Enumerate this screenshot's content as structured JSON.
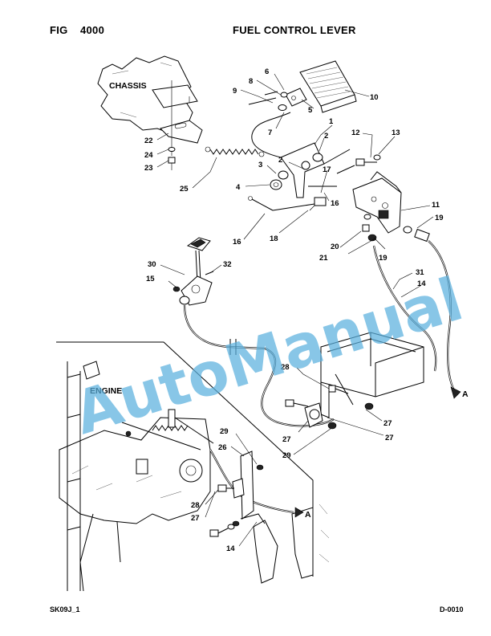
{
  "header": {
    "fig_label": "FIG",
    "fig_number": "4000",
    "title": "FUEL CONTROL LEVER"
  },
  "footer": {
    "left_code": "SK09J_1",
    "right_code": "D-0010"
  },
  "watermark": {
    "text": "AutoManual",
    "color": "#5ab0de"
  },
  "diagram": {
    "sections": {
      "chassis": "CHASSIS",
      "engine": "ENGINE"
    },
    "connection_marker": "A",
    "callouts": {
      "c1": "1",
      "c2a": "2",
      "c2b": "2",
      "c3": "3",
      "c4": "4",
      "c5": "5",
      "c6": "6",
      "c7": "7",
      "c8": "8",
      "c9": "9",
      "c10": "10",
      "c11": "11",
      "c12": "12",
      "c13": "13",
      "c14a": "14",
      "c14b": "14",
      "c15": "15",
      "c16a": "16",
      "c16b": "16",
      "c17": "17",
      "c18": "18",
      "c19a": "19",
      "c19b": "19",
      "c20": "20",
      "c21": "21",
      "c22": "22",
      "c23": "23",
      "c24": "24",
      "c25": "25",
      "c26": "26",
      "c27a": "27",
      "c27b": "27",
      "c27c": "27",
      "c28a": "28",
      "c28b": "28",
      "c29a": "29",
      "c29b": "29",
      "c30": "30",
      "c31": "31",
      "c32": "32"
    }
  }
}
